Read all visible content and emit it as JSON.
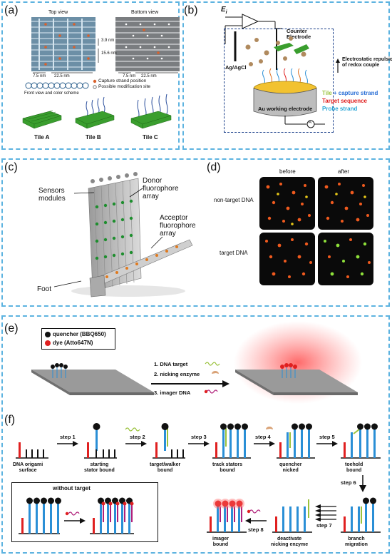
{
  "panels": {
    "a": {
      "label": "(a)",
      "top_view": "Top view",
      "bottom_view": "Bottom view",
      "dim_39": "3.9 nm",
      "dim_156": "15.6 nm",
      "dim_75_left": "7.5 nm",
      "dim_225_left": "22.5 nm",
      "dim_75_right": "7.5 nm",
      "dim_225_right": "22.5 nm",
      "front_view": "Front view and color scheme",
      "legend_capture": "Capture strand position",
      "legend_mod": "Possible modification site",
      "tile_a": "Tile A",
      "tile_b": "Tile B",
      "tile_c": "Tile C"
    },
    "b": {
      "label": "(b)",
      "ei": "E",
      "ei_sub": "i",
      "counter": "Counter\nElectrode",
      "agagcl": "Ag/AgCl",
      "repulsion": "Electrostatic repulsion\nof redox couple",
      "au": "Au working electrode",
      "ammeter": "A",
      "legend_tile": "Tile",
      "legend_plus": " + ",
      "legend_capture": "capture strand",
      "legend_target": "Target sequence",
      "legend_probe": "Probe strand"
    },
    "c": {
      "label": "(c)",
      "sensors": "Sensors\nmodules",
      "donor": "Donor\nfluorophore\narray",
      "acceptor": "Acceptor\nfluorophore\narray",
      "foot": "Foot"
    },
    "d": {
      "label": "(d)",
      "before": "before",
      "after": "after",
      "nontarget": "non-target DNA",
      "target": "target DNA"
    },
    "e": {
      "label": "(e)",
      "quencher": "quencher (BBQ650)",
      "dye": "dye (Atto647N)",
      "step1": "1. DNA target",
      "step2": "2. nicking enzyme",
      "step3": "3. imager DNA"
    },
    "f": {
      "label": "(f)",
      "step1": "step 1",
      "step2": "step 2",
      "step3": "step 3",
      "step4": "step 4",
      "step5": "step 5",
      "step6": "step 6",
      "step7": "step 7",
      "step8": "step 8",
      "s0": "DNA origami\nsurface",
      "s1": "starting\nstator bound",
      "s2": "target/walker\nbound",
      "s3": "track stators\nbound",
      "s4": "quencher\nnicked",
      "s5": "toehold\nbound",
      "s6": "branch\nmigration",
      "s7": "deactivate\nnicking enzyme",
      "s8": "imager\nbound",
      "without": "without target"
    }
  },
  "colors": {
    "border": "#5db3e0",
    "blue_strand": "#2a8fd6",
    "red": "#e02020",
    "green": "#9ac23c",
    "tile_green": "#3a9e2e"
  }
}
